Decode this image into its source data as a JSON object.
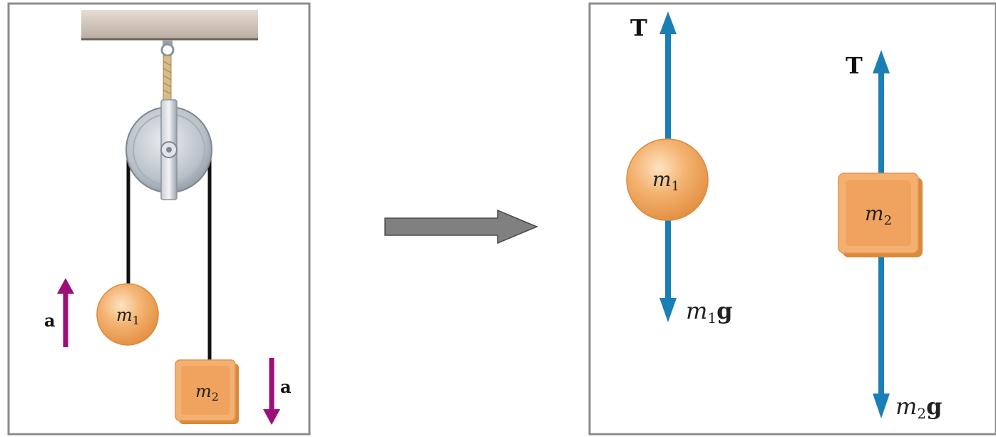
{
  "left_panel": {
    "acceleration_label_left": "a",
    "acceleration_label_right": "a",
    "mass1": {
      "symbol": "m",
      "subscript": "1"
    },
    "mass2": {
      "symbol": "m",
      "subscript": "2"
    }
  },
  "right_panel": {
    "tension_label_1": "T",
    "tension_label_2": "T",
    "mass1": {
      "symbol": "m",
      "subscript": "1"
    },
    "mass2": {
      "symbol": "m",
      "subscript": "2"
    },
    "weight1": {
      "symbol": "m",
      "subscript": "1",
      "vector": "g"
    },
    "weight2": {
      "symbol": "m",
      "subscript": "2",
      "vector": "g"
    }
  },
  "colors": {
    "force_arrow": "#1a7fb5",
    "acceleration_arrow": "#9c0f78",
    "ball": "#f0a45a",
    "block": "#f1a866",
    "transition_arrow": "#808080"
  }
}
